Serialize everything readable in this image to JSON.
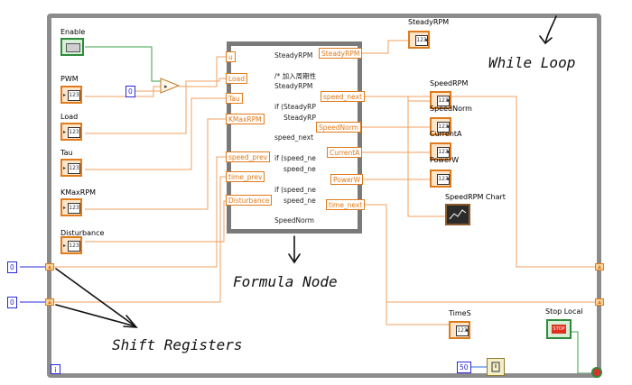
{
  "controls": {
    "enable": "Enable",
    "pwm": "PWM",
    "load": "Load",
    "tau": "Tau",
    "kmaxrpm": "KMaxRPM",
    "disturbance": "Disturbance",
    "stop_local": "Stop Local",
    "numeric_glyph": "123"
  },
  "indicators": {
    "steady_rpm_top": "SteadyRPM",
    "speed_rpm": "SpeedRPM",
    "speed_norm": "SpeedNorm",
    "current_a": "CurrentA",
    "power_w": "PowerW",
    "speed_rpm_chart": "SpeedRPM Chart",
    "time_s": "TimeS"
  },
  "constants": {
    "zero_const": "0",
    "left_init_1": "0",
    "left_init_2": "0",
    "wait_ms": "50"
  },
  "formula_node": {
    "input_tunnels": [
      "u",
      "Load",
      "Tau",
      "KMaxRPM",
      "speed_prev",
      "time_prev",
      "Disturbance"
    ],
    "output_tunnels": [
      "SteadyRPM",
      "speed_next",
      "SpeedNorm",
      "CurrentA",
      "PowerW",
      "time_next"
    ],
    "code_lines": [
      "SteadyRPM",
      "/* 加入周期性",
      "SteadyRPM",
      "if (SteadyRP",
      "SteadyRP",
      "speed_next",
      "if (speed_ne",
      "speed_ne",
      "if (speed_ne",
      "speed_ne",
      "SpeedNorm"
    ]
  },
  "annotations": {
    "while_loop": "While Loop",
    "formula_node": "Formula Node",
    "shift_registers": "Shift Registers"
  },
  "loop_iteration_glyph": "i",
  "stop_glyph": "STOP"
}
